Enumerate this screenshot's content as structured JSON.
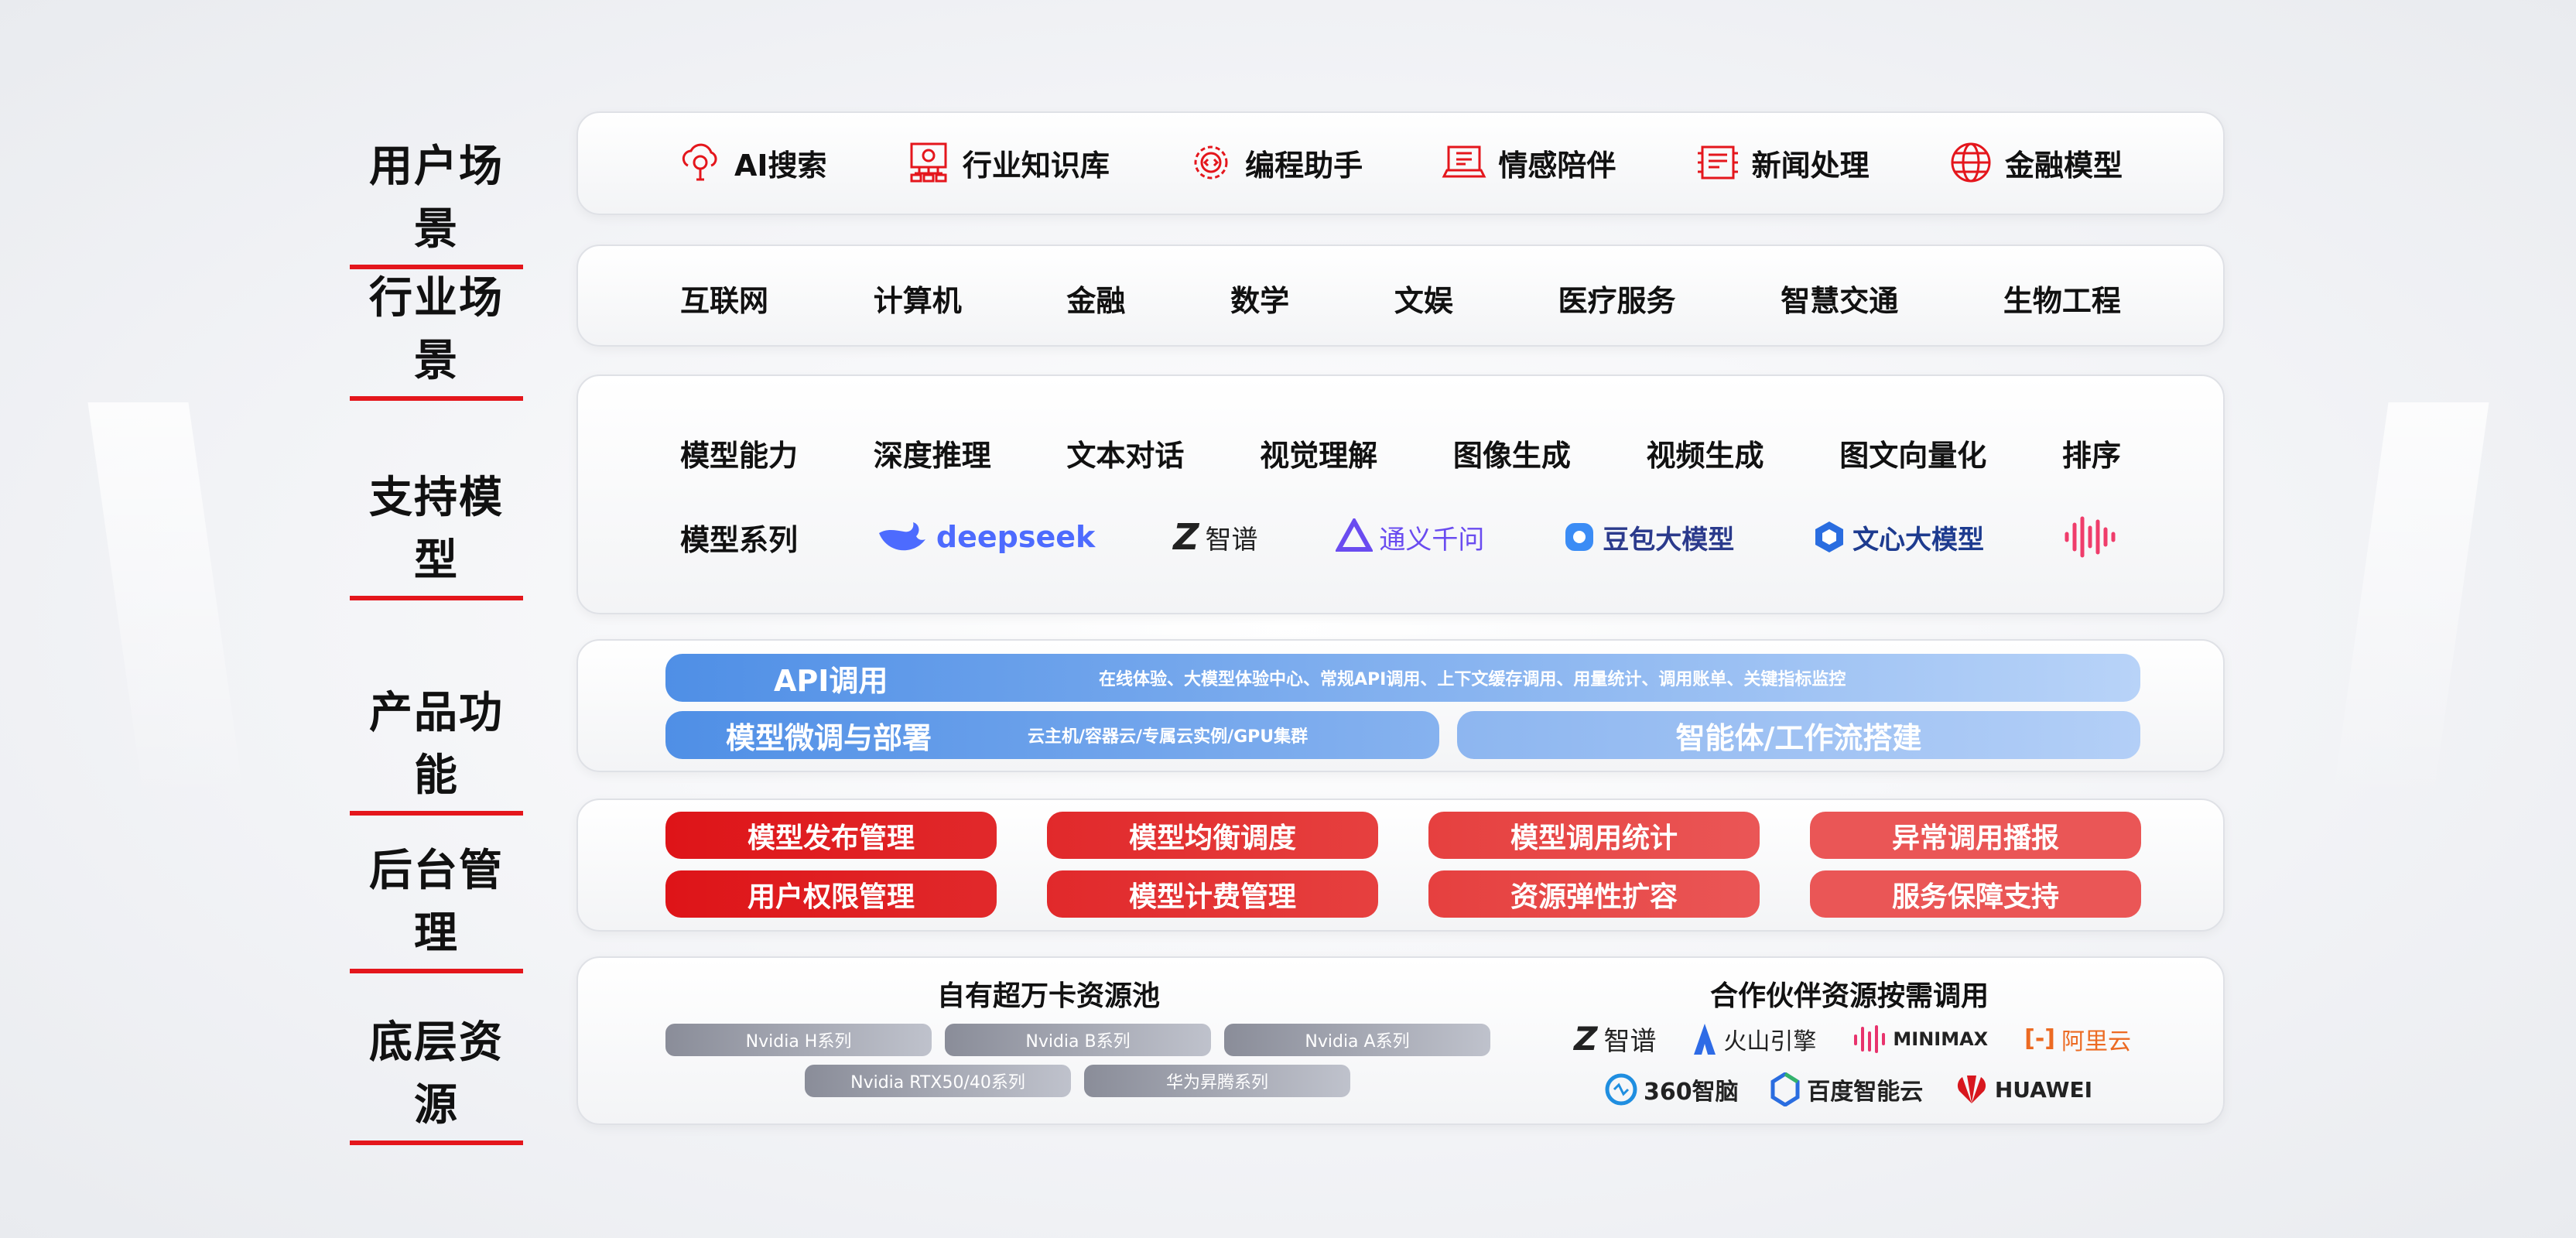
{
  "sections": {
    "user": "用户场景",
    "industry": "行业场景",
    "models": "支持模型",
    "product": "产品功能",
    "backend": "后台管理",
    "resources": "底层资源"
  },
  "user_scenarios": [
    {
      "label": "AI搜索",
      "icon": "search-cloud-icon"
    },
    {
      "label": "行业知识库",
      "icon": "knowledge-base-icon"
    },
    {
      "label": "编程助手",
      "icon": "code-gear-icon"
    },
    {
      "label": "情感陪伴",
      "icon": "companion-laptop-icon"
    },
    {
      "label": "新闻处理",
      "icon": "news-chip-icon"
    },
    {
      "label": "金融模型",
      "icon": "globe-finance-icon"
    }
  ],
  "industries": [
    "互联网",
    "计算机",
    "金融",
    "数学",
    "文娱",
    "医疗服务",
    "智慧交通",
    "生物工程"
  ],
  "model_capabilities": {
    "title": "模型能力",
    "items": [
      "深度推理",
      "文本对话",
      "视觉理解",
      "图像生成",
      "视频生成",
      "图文向量化",
      "排序"
    ]
  },
  "model_series": {
    "title": "模型系列",
    "items": [
      "deepseek",
      "智谱",
      "通义千问",
      "豆包大模型",
      "文心大模型"
    ]
  },
  "product": {
    "api_title": "API调用",
    "api_desc": "在线体验、大模型体验中心、常规API调用、上下文缓存调用、用量统计、调用账单、关键指标监控",
    "finetune_title": "模型微调与部署",
    "finetune_desc": "云主机/容器云/专属云实例/GPU集群",
    "agent": "智能体/工作流搭建"
  },
  "backend": [
    "模型发布管理",
    "模型均衡调度",
    "模型调用统计",
    "异常调用播报",
    "用户权限管理",
    "模型计费管理",
    "资源弹性扩容",
    "服务保障支持"
  ],
  "resources": {
    "own_title": "自有超万卡资源池",
    "own": [
      "Nvidia H系列",
      "Nvidia B系列",
      "Nvidia A系列",
      "Nvidia RTX50/40系列",
      "华为昇腾系列"
    ],
    "partner_title": "合作伙伴资源按需调用",
    "partners": [
      "智谱",
      "火山引擎",
      "MINIMAX",
      "阿里云",
      "360智脑",
      "百度智能云",
      "HUAWEI"
    ]
  },
  "colors": {
    "accent": "#e4161c",
    "blue": "#4f8fe6"
  }
}
